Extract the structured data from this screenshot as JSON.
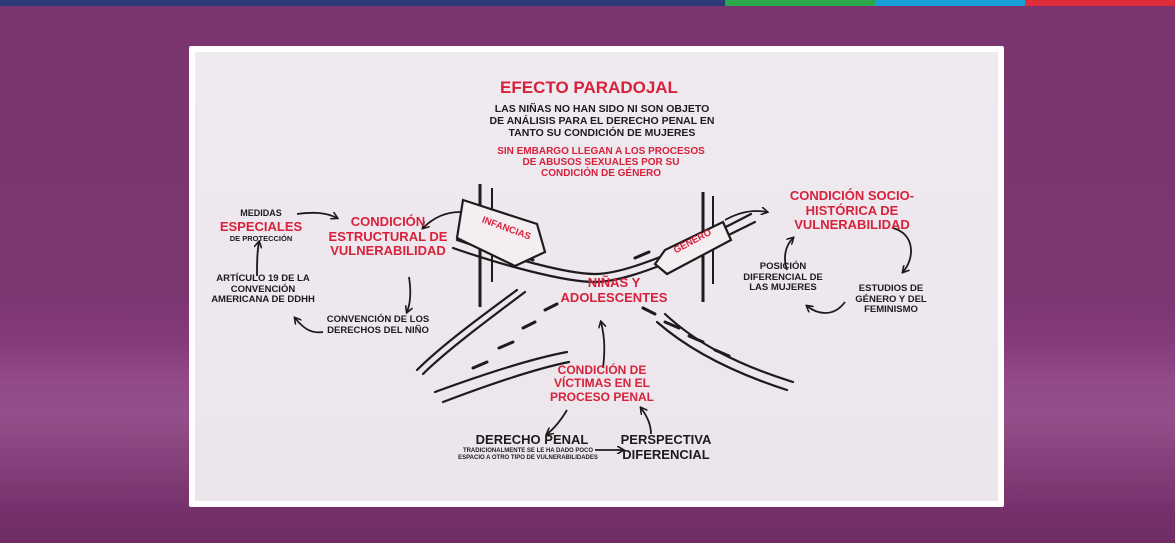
{
  "colors": {
    "accent_red": "#d8213a",
    "ink": "#1c1c1c",
    "board": "#ede7ee",
    "background": "#7a3470"
  },
  "top_bar_colors": [
    "#2b3a78",
    "#2aa84a",
    "#1aa0d8",
    "#e02d3c"
  ],
  "diagram": {
    "title": "EFECTO PARADOJAL",
    "intro": "LAS NIÑAS NO HAN SIDO NI SON OBJETO DE ANÁLISIS PARA EL DERECHO PENAL EN TANTO SU CONDICIÓN DE MUJERES",
    "intro_red": "SIN EMBARGO LLEGAN A LOS PROCESOS DE ABUSOS SEXUALES POR SU CONDICIÓN DE GÉNERO",
    "sign_left": "INFANCIAS",
    "sign_right": "GÉNERO",
    "center": "NIÑAS Y ADOLESCENTES",
    "left_main": "CONDICIÓN ESTRUCTURAL DE VULNERABILIDAD",
    "medidas_top": "MEDIDAS",
    "medidas_mid": "ESPECIALES",
    "medidas_bottom": "DE PROTECCIÓN",
    "articulo": "ARTÍCULO 19 DE LA CONVENCIÓN AMERICANA DE DDHH",
    "convencion": "CONVENCIÓN DE LOS DERECHOS DEL NIÑO",
    "right_main": "CONDICIÓN SOCIO-HISTÓRICA DE VULNERABILIDAD",
    "posicion": "POSICIÓN DIFERENCIAL DE LAS MUJERES",
    "estudios": "ESTUDIOS DE GÉNERO Y DEL FEMINISMO",
    "bottom_main": "CONDICIÓN DE VÍCTIMAS EN EL PROCESO PENAL",
    "derecho_penal": "DERECHO PENAL",
    "derecho_note": "TRADICIONALMENTE SE LE HA DADO POCO ESPACIO A OTRO TIPO DE VULNERABILIDADES",
    "perspectiva": "PERSPECTIVA DIFERENCIAL"
  }
}
